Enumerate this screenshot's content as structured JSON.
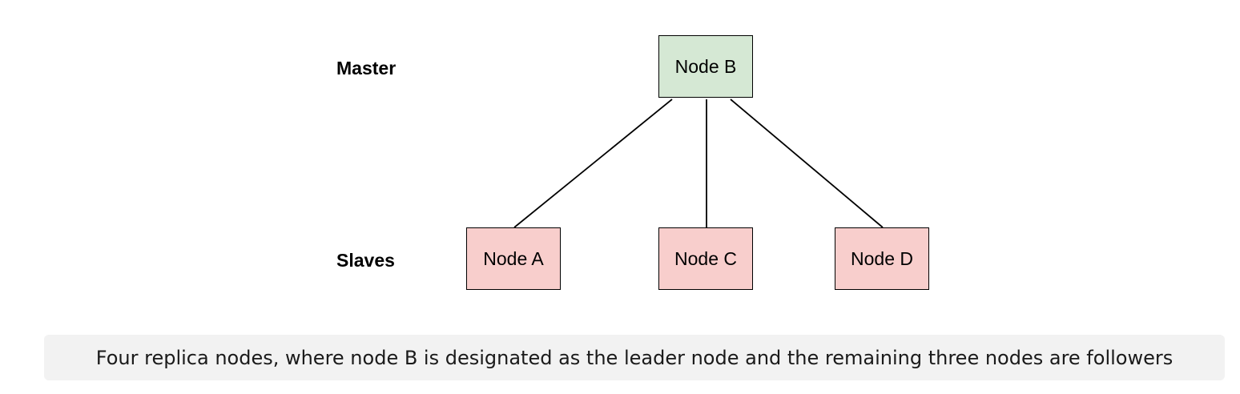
{
  "diagram": {
    "tiers": {
      "master_label": "Master",
      "slaves_label": "Slaves"
    },
    "nodes": {
      "master": {
        "label": "Node B"
      },
      "followers": [
        {
          "label": "Node A"
        },
        {
          "label": "Node C"
        },
        {
          "label": "Node D"
        }
      ]
    },
    "colors": {
      "master_fill": "#d5e8d4",
      "follower_fill": "#f8cecc",
      "caption_background": "#f2f2f2"
    }
  },
  "caption": {
    "text": "Four replica nodes, where node B is designated as the leader node and the remaining three nodes are followers"
  }
}
